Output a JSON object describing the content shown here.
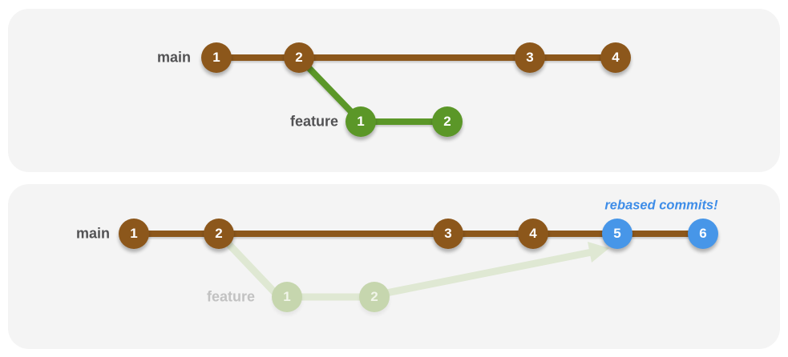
{
  "colors": {
    "panel_bg": "#F4F4F4",
    "main_branch": "#8C571B",
    "feature_branch": "#5B9728",
    "rebased": "#4796E8",
    "faded_branch_line": "#DFE8D3",
    "faded_branch_node": "#C6D6AE",
    "node_number_text": "#FFFFFF",
    "faded_number_text": "#F1F5E9",
    "label_text": "#525254",
    "faded_label_text": "#C2C2C2",
    "annotation_text": "#3E8DE8"
  },
  "before": {
    "main_label": "main",
    "feature_label": "feature",
    "main_commits": [
      "1",
      "2",
      "3",
      "4"
    ],
    "feature_commits": [
      "1",
      "2"
    ]
  },
  "after": {
    "main_label": "main",
    "feature_label": "feature",
    "main_commits": [
      "1",
      "2",
      "3",
      "4"
    ],
    "rebased_commits": [
      "5",
      "6"
    ],
    "faded_feature_commits": [
      "1",
      "2"
    ],
    "annotation": "rebased commits!"
  }
}
